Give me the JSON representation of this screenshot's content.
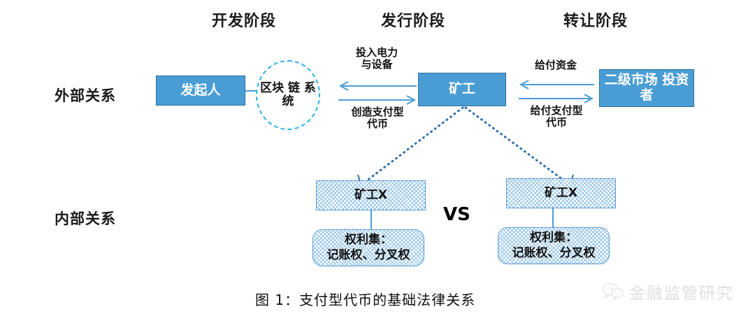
{
  "figure": {
    "caption": "图 1：支付型代币的基础法律关系",
    "stages": [
      {
        "label": "开发阶段"
      },
      {
        "label": "发行阶段"
      },
      {
        "label": "转让阶段"
      }
    ],
    "rows": [
      {
        "label": "外部关系"
      },
      {
        "label": "内部关系"
      }
    ],
    "nodes": {
      "initiator": "发起人",
      "blockchain_system": "区块\n链\n系统",
      "miner": "矿工",
      "secondary_investor": "二级市场\n投资者",
      "miner_x_left": "矿工X",
      "miner_x_right": "矿工X",
      "rights_left": "权利集：\n记账权、分叉权",
      "rights_right": "权利集：\n记账权、分叉权",
      "versus": "VS"
    },
    "flows": {
      "left_top": "投入电力\n与设备",
      "left_bottom": "创造支付型\n代币",
      "right_top": "给付资金",
      "right_bottom": "给付支付型\n代币"
    },
    "colors": {
      "box_fill": "#4a9dd4",
      "box_border": "#2e6e9e",
      "circle_dash": "#2bb3e8",
      "arrow": "#4a9dd4",
      "hatch": "#8cbfe4",
      "text_dark": "#111111"
    }
  },
  "watermark": {
    "text": "金融监管研究",
    "icon": "wechat-icon"
  }
}
